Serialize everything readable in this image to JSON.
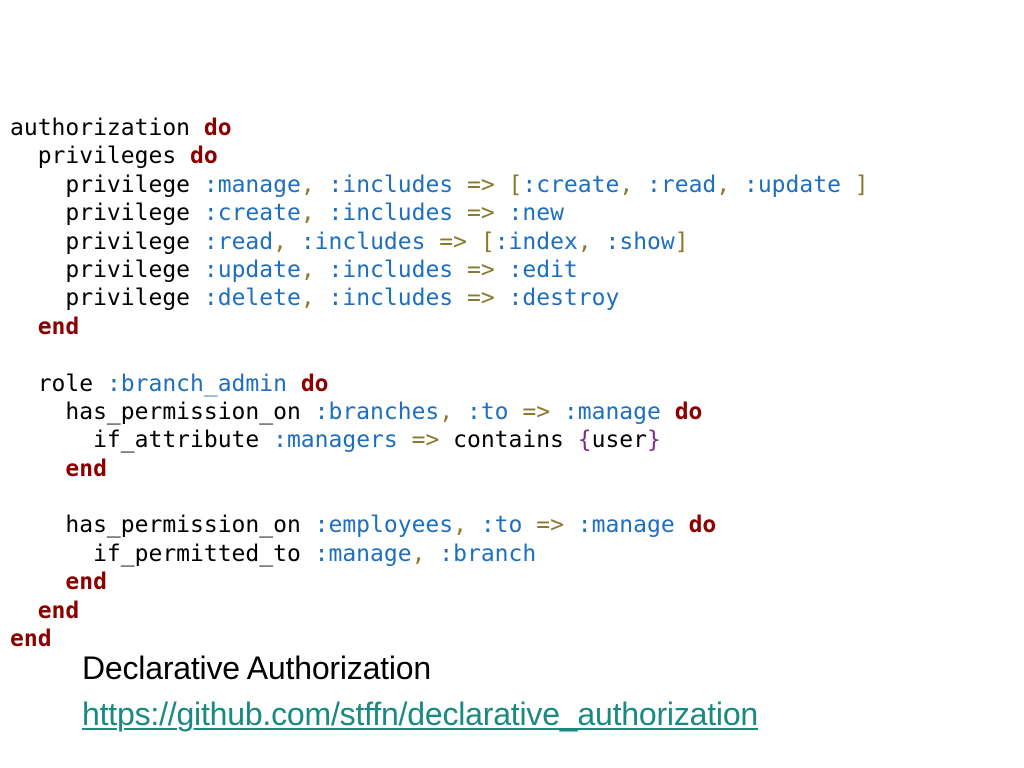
{
  "colors": {
    "keyword": "#8b0000",
    "symbol": "#1f6fbf",
    "punctuation": "#8a7a2e",
    "brace": "#7d2d8c",
    "text": "#000000",
    "link": "#1a8a80",
    "background": "#ffffff"
  },
  "code": {
    "lines": [
      [
        {
          "t": "authorization ",
          "c": "plain"
        },
        {
          "t": "do",
          "c": "kw"
        }
      ],
      [
        {
          "t": "  privileges ",
          "c": "plain"
        },
        {
          "t": "do",
          "c": "kw"
        }
      ],
      [
        {
          "t": "    privilege ",
          "c": "plain"
        },
        {
          "t": ":manage",
          "c": "sym"
        },
        {
          "t": ", ",
          "c": "punc"
        },
        {
          "t": ":includes",
          "c": "sym"
        },
        {
          "t": " => ",
          "c": "punc"
        },
        {
          "t": "[",
          "c": "punc"
        },
        {
          "t": ":create",
          "c": "sym"
        },
        {
          "t": ", ",
          "c": "punc"
        },
        {
          "t": ":read",
          "c": "sym"
        },
        {
          "t": ", ",
          "c": "punc"
        },
        {
          "t": ":update",
          "c": "sym"
        },
        {
          "t": " ]",
          "c": "punc"
        }
      ],
      [
        {
          "t": "    privilege ",
          "c": "plain"
        },
        {
          "t": ":create",
          "c": "sym"
        },
        {
          "t": ", ",
          "c": "punc"
        },
        {
          "t": ":includes",
          "c": "sym"
        },
        {
          "t": " => ",
          "c": "punc"
        },
        {
          "t": ":new",
          "c": "sym"
        }
      ],
      [
        {
          "t": "    privilege ",
          "c": "plain"
        },
        {
          "t": ":read",
          "c": "sym"
        },
        {
          "t": ", ",
          "c": "punc"
        },
        {
          "t": ":includes",
          "c": "sym"
        },
        {
          "t": " => ",
          "c": "punc"
        },
        {
          "t": "[",
          "c": "punc"
        },
        {
          "t": ":index",
          "c": "sym"
        },
        {
          "t": ", ",
          "c": "punc"
        },
        {
          "t": ":show",
          "c": "sym"
        },
        {
          "t": "]",
          "c": "punc"
        }
      ],
      [
        {
          "t": "    privilege ",
          "c": "plain"
        },
        {
          "t": ":update",
          "c": "sym"
        },
        {
          "t": ", ",
          "c": "punc"
        },
        {
          "t": ":includes",
          "c": "sym"
        },
        {
          "t": " => ",
          "c": "punc"
        },
        {
          "t": ":edit",
          "c": "sym"
        }
      ],
      [
        {
          "t": "    privilege ",
          "c": "plain"
        },
        {
          "t": ":delete",
          "c": "sym"
        },
        {
          "t": ", ",
          "c": "punc"
        },
        {
          "t": ":includes",
          "c": "sym"
        },
        {
          "t": " => ",
          "c": "punc"
        },
        {
          "t": ":destroy",
          "c": "sym"
        }
      ],
      [
        {
          "t": "  ",
          "c": "plain"
        },
        {
          "t": "end",
          "c": "kw"
        }
      ],
      [],
      [
        {
          "t": "  role ",
          "c": "plain"
        },
        {
          "t": ":branch_admin",
          "c": "sym"
        },
        {
          "t": " ",
          "c": "plain"
        },
        {
          "t": "do",
          "c": "kw"
        }
      ],
      [
        {
          "t": "    has_permission_on ",
          "c": "plain"
        },
        {
          "t": ":branches",
          "c": "sym"
        },
        {
          "t": ", ",
          "c": "punc"
        },
        {
          "t": ":to",
          "c": "sym"
        },
        {
          "t": " => ",
          "c": "punc"
        },
        {
          "t": ":manage",
          "c": "sym"
        },
        {
          "t": " ",
          "c": "plain"
        },
        {
          "t": "do",
          "c": "kw"
        }
      ],
      [
        {
          "t": "      if_attribute ",
          "c": "plain"
        },
        {
          "t": ":managers",
          "c": "sym"
        },
        {
          "t": " => ",
          "c": "punc"
        },
        {
          "t": "contains ",
          "c": "plain"
        },
        {
          "t": "{",
          "c": "brace"
        },
        {
          "t": "user",
          "c": "plain"
        },
        {
          "t": "}",
          "c": "brace"
        }
      ],
      [
        {
          "t": "    ",
          "c": "plain"
        },
        {
          "t": "end",
          "c": "kw"
        }
      ],
      [],
      [
        {
          "t": "    has_permission_on ",
          "c": "plain"
        },
        {
          "t": ":employees",
          "c": "sym"
        },
        {
          "t": ", ",
          "c": "punc"
        },
        {
          "t": ":to",
          "c": "sym"
        },
        {
          "t": " => ",
          "c": "punc"
        },
        {
          "t": ":manage",
          "c": "sym"
        },
        {
          "t": " ",
          "c": "plain"
        },
        {
          "t": "do",
          "c": "kw"
        }
      ],
      [
        {
          "t": "      if_permitted_to ",
          "c": "plain"
        },
        {
          "t": ":manage",
          "c": "sym"
        },
        {
          "t": ", ",
          "c": "punc"
        },
        {
          "t": ":branch",
          "c": "sym"
        }
      ],
      [
        {
          "t": "    ",
          "c": "plain"
        },
        {
          "t": "end",
          "c": "kw"
        }
      ],
      [
        {
          "t": "  ",
          "c": "plain"
        },
        {
          "t": "end",
          "c": "kw"
        }
      ],
      [
        {
          "t": "end",
          "c": "kw"
        }
      ]
    ]
  },
  "caption": {
    "title": "Declarative Authorization",
    "link": "https://github.com/stffn/declarative_authorization"
  }
}
